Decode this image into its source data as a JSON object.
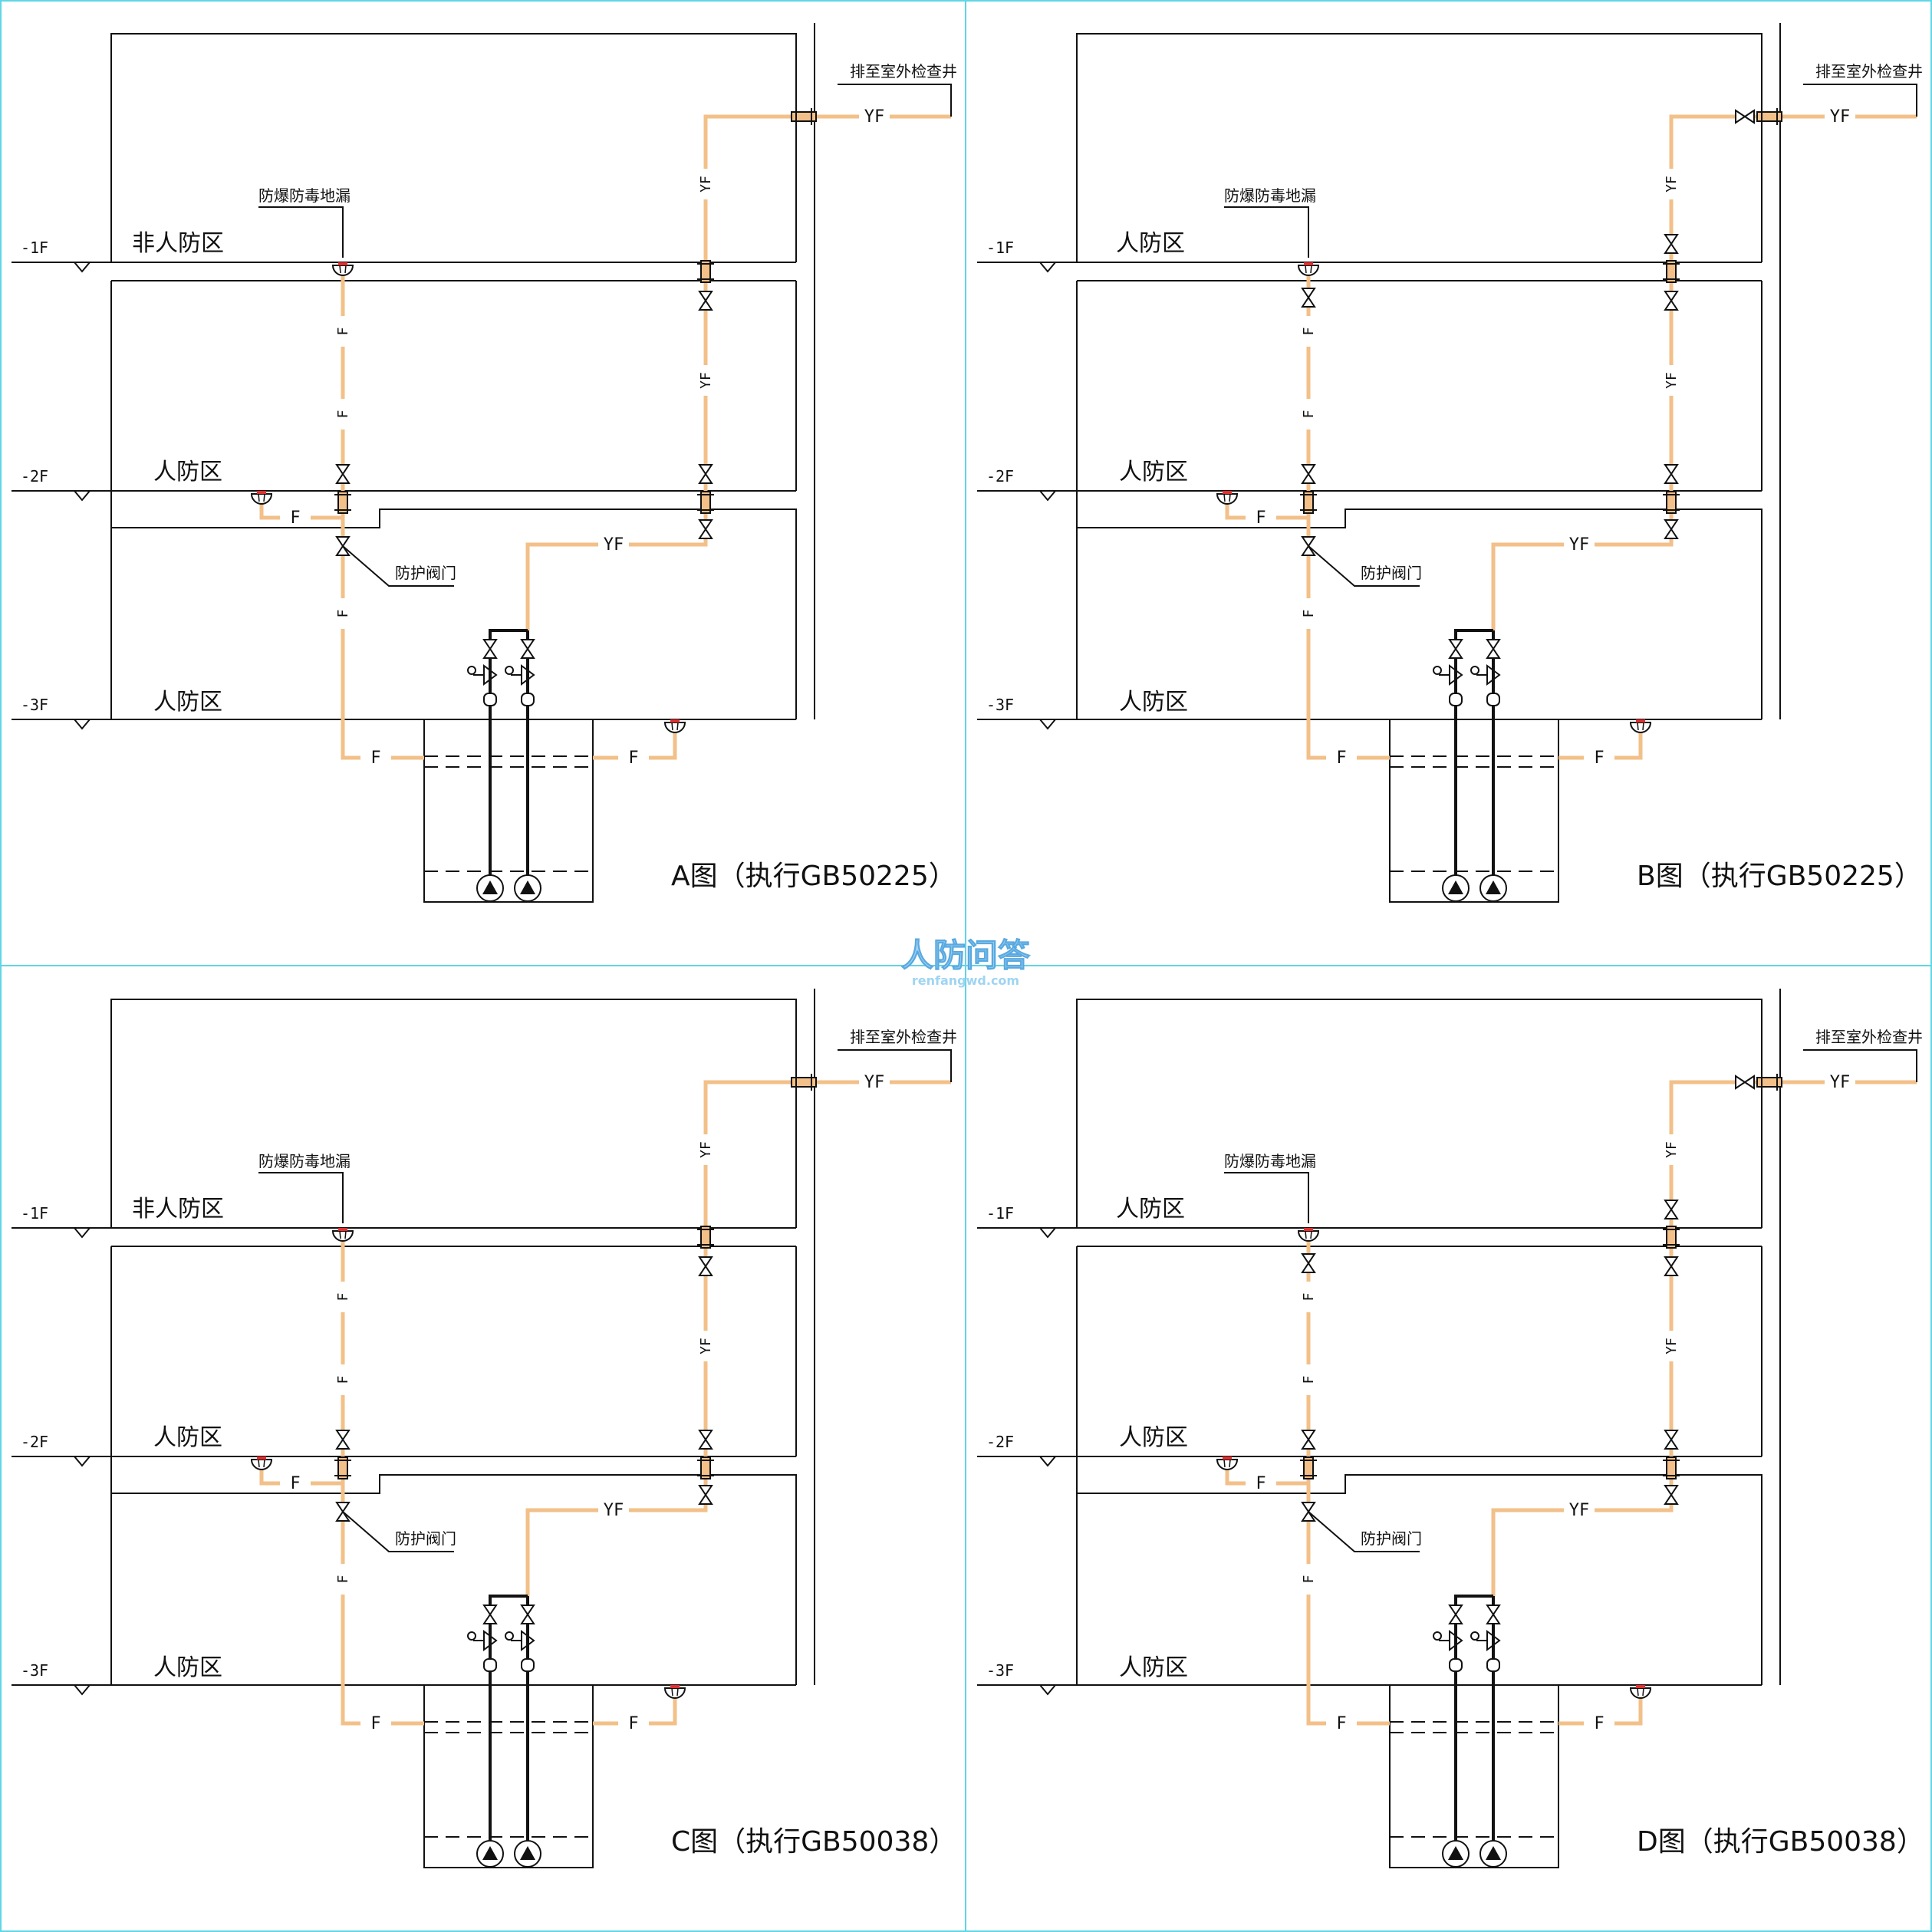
{
  "divider_color": "#5ed6e6",
  "pipe_color": "#f2c088",
  "drain_mark_color": "#e03030",
  "watermark": {
    "main": "人防问答",
    "sub": "renfangwd.com",
    "color": "#9fd4f2"
  },
  "labels": {
    "level_1": "-1F",
    "level_2": "-2F",
    "level_3": "-3F",
    "pipe_f": "F",
    "pipe_yf": "YF",
    "outdoor": "排至室外检查井",
    "drain": "防爆防毒地漏",
    "valve": "防护阀门",
    "zone_rf": "人防区",
    "zone_frf": "非人防区"
  },
  "panels": [
    {
      "id": "A",
      "caption": "A图（执行GB50225）",
      "top_zone": "非人防区",
      "has_check_valve": false,
      "has_top_valves": false
    },
    {
      "id": "B",
      "caption": "B图（执行GB50225）",
      "top_zone": "人防区",
      "has_check_valve": true,
      "has_top_valves": true
    },
    {
      "id": "C",
      "caption": "C图（执行GB50038）",
      "top_zone": "非人防区",
      "has_check_valve": false,
      "has_top_valves": false
    },
    {
      "id": "D",
      "caption": "D图（执行GB50038）",
      "top_zone": "人防区",
      "has_check_valve": true,
      "has_top_valves": true
    }
  ]
}
